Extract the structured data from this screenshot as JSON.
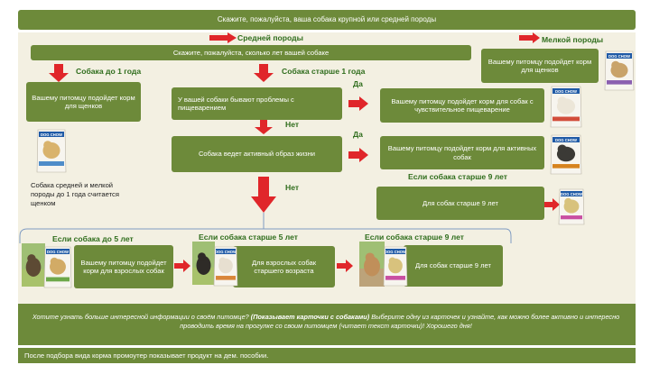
{
  "header": {
    "question_size": "Скажите, пожалуйста, ваша собака крупной или средней породы"
  },
  "branches": {
    "medium": "Средней породы",
    "small": "Мелкой породы"
  },
  "age_question": "Скажите, пожалуйста, сколько лет вашей собаке",
  "small_breed_box": "Вашему питомцу подойдет корм для щенков",
  "puppy": {
    "label": "Собака до 1 года",
    "box": "Вашему питомцу подойдет корм для щенков",
    "note": "Собака средней и мелкой породы до 1 года считается щенком"
  },
  "adult": {
    "label": "Собака старше 1 года",
    "digestion_question": "У вашей собаки бывают проблемы с пищеварением",
    "yes1": "Да",
    "no1": "Нет",
    "digestion_result": "Вашему питомцу подойдет корм для собак с чувствительное пищеварение",
    "activity_question": "Собака ведет активный образ жизни",
    "yes2": "Да",
    "no2": "Нет",
    "active_result": "Вашему питомцу подойдет корм для активных собак",
    "senior_label_right": "Если собака старше 9 лет",
    "senior_box_right": "Для собак старше 9 лет"
  },
  "age_groups": {
    "under5_label": "Если собака до 5 лет",
    "under5_box": "Вашему питомцу подойдет корм для взрослых собак",
    "over5_label": "Если собака старше 5 лет",
    "over5_box": "Для взрослых собак старшего возраста",
    "over9_label": "Если собака старше 9 лет",
    "over9_box": "Для собак старше 9 лет"
  },
  "info": {
    "part1": "Хотите узнать больше интересной информации о своём питомце?",
    "part2": "(Показывает карточки с собаками)",
    "part3": "Выберите одну из карточек и узнайте, как можно более активно и интересно проводить время на прогулке со своим питомцем (читает текст карточки)!",
    "part4": "Хорошего дня!"
  },
  "footer": "После подбора вида корма промоутер показывает продукт на дем. пособии.",
  "colors": {
    "box": "#6d8a3a",
    "arrow": "#e0262a",
    "label": "#2f6d1c",
    "panel": "#f3f0e2",
    "bracket": "#7f9bc2"
  },
  "packs": {
    "brand": "DOG CHOW"
  }
}
